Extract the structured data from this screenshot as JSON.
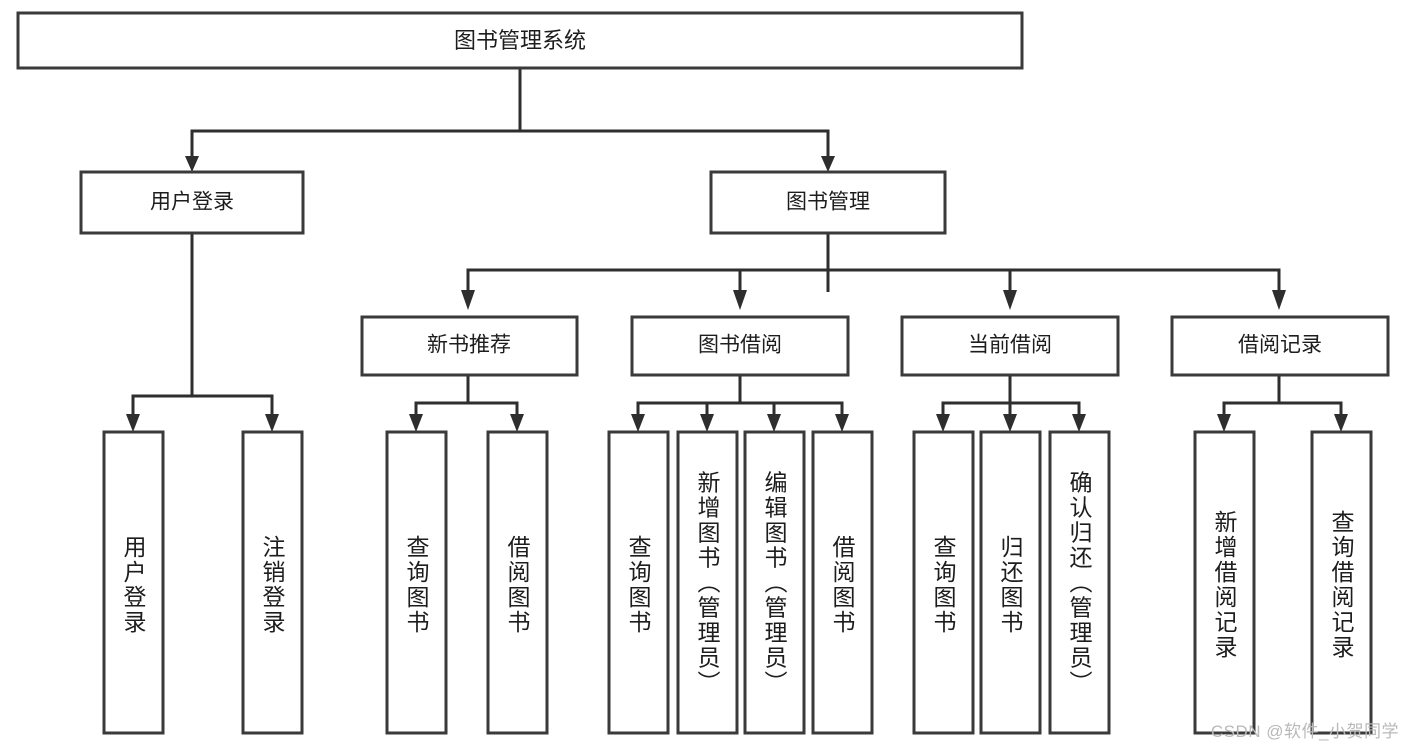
{
  "diagram": {
    "type": "tree-hierarchy",
    "title": "图书管理系统",
    "orientation": "top-down",
    "watermark": "CSDN @软件_小贺同学",
    "colors": {
      "background": "#ffffff",
      "node_fill": "#ffffff",
      "node_stroke": "#3a3a3a",
      "edge": "#2e2e2e",
      "text": "#1d1d1d",
      "watermark": "#b9b9b9"
    },
    "levels": [
      {
        "level": 1,
        "nodes": [
          {
            "id": "root",
            "label": "图书管理系统",
            "orientation": "horizontal"
          }
        ]
      },
      {
        "level": 2,
        "nodes": [
          {
            "id": "login",
            "label": "用户登录",
            "parent": "root",
            "orientation": "horizontal"
          },
          {
            "id": "bookmgmt",
            "label": "图书管理",
            "parent": "root",
            "orientation": "horizontal"
          }
        ]
      },
      {
        "level": 3,
        "nodes": [
          {
            "id": "newbook",
            "label": "新书推荐",
            "parent": "bookmgmt",
            "orientation": "horizontal"
          },
          {
            "id": "borrow",
            "label": "图书借阅",
            "parent": "bookmgmt",
            "orientation": "horizontal"
          },
          {
            "id": "current",
            "label": "当前借阅",
            "parent": "bookmgmt",
            "orientation": "horizontal"
          },
          {
            "id": "records",
            "label": "借阅记录",
            "parent": "bookmgmt",
            "orientation": "horizontal"
          }
        ]
      },
      {
        "level": 4,
        "nodes": [
          {
            "id": "leaf1",
            "label": "用户登录",
            "parent": "login",
            "orientation": "vertical"
          },
          {
            "id": "leaf2",
            "label": "注销登录",
            "parent": "login",
            "orientation": "vertical"
          },
          {
            "id": "leaf3",
            "label": "查询图书",
            "parent": "newbook",
            "orientation": "vertical"
          },
          {
            "id": "leaf4",
            "label": "借阅图书",
            "parent": "newbook",
            "orientation": "vertical"
          },
          {
            "id": "leaf5",
            "label": "查询图书",
            "parent": "borrow",
            "orientation": "vertical"
          },
          {
            "id": "leaf6",
            "label": "新增图书（管理员）",
            "parent": "borrow",
            "orientation": "vertical"
          },
          {
            "id": "leaf7",
            "label": "编辑图书（管理员）",
            "parent": "borrow",
            "orientation": "vertical"
          },
          {
            "id": "leaf8",
            "label": "借阅图书",
            "parent": "borrow",
            "orientation": "vertical"
          },
          {
            "id": "leaf9",
            "label": "查询图书",
            "parent": "current",
            "orientation": "vertical"
          },
          {
            "id": "leaf10",
            "label": "归还图书",
            "parent": "current",
            "orientation": "vertical"
          },
          {
            "id": "leaf11",
            "label": "确认归还（管理员）",
            "parent": "current",
            "orientation": "vertical"
          },
          {
            "id": "leaf12",
            "label": "新增借阅记录",
            "parent": "records",
            "orientation": "vertical"
          },
          {
            "id": "leaf13",
            "label": "查询借阅记录",
            "parent": "records",
            "orientation": "vertical"
          }
        ]
      }
    ]
  }
}
